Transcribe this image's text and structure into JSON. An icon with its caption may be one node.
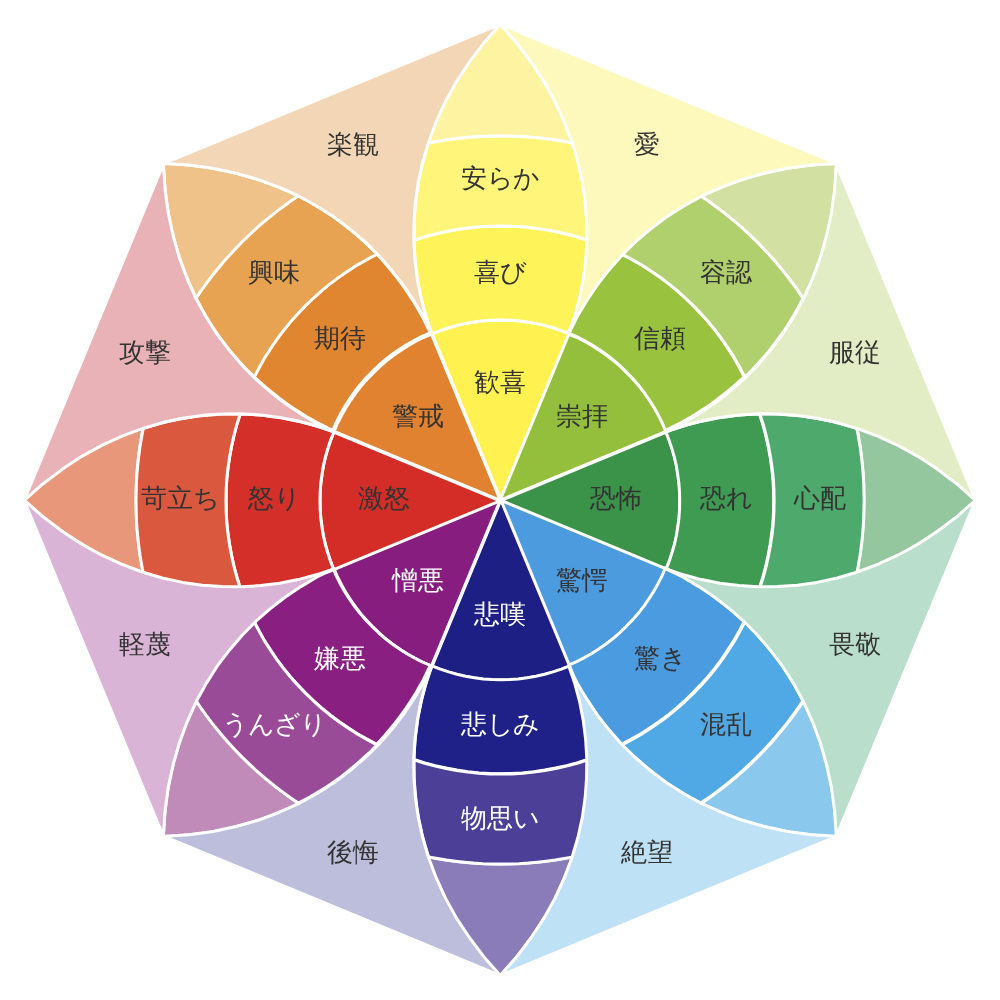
{
  "diagram": {
    "nodes": [
      {
        "text": [
          "歓喜"
        ]
      },
      {
        "text": [
          "喜び"
        ]
      },
      {
        "text": [
          "安らか"
        ]
      },
      {
        "text": [
          "崇拝"
        ]
      },
      {
        "text": [
          "信頼"
        ]
      },
      {
        "text": [
          "容認"
        ]
      },
      {
        "text": [
          "恐怖"
        ]
      },
      {
        "text": [
          "恐れ"
        ]
      },
      {
        "text": [
          "心配"
        ]
      },
      {
        "text": [
          "驚愕"
        ]
      },
      {
        "text": [
          "驚き"
        ]
      },
      {
        "text": [
          "混乱"
        ]
      },
      {
        "text": [
          "悲嘆"
        ]
      },
      {
        "text": [
          "悲しみ"
        ]
      },
      {
        "text": [
          "物思い"
        ]
      },
      {
        "text": [
          "憎悪"
        ]
      },
      {
        "text": [
          "嫌悪"
        ]
      },
      {
        "text": [
          "うんざり"
        ]
      },
      {
        "text": [
          "激怒"
        ]
      },
      {
        "text": [
          "怒り"
        ]
      },
      {
        "text": [
          "苛立ち"
        ]
      },
      {
        "text": [
          "警戒"
        ]
      },
      {
        "text": [
          "期待"
        ]
      },
      {
        "text": [
          "興味"
        ]
      },
      {
        "text": [
          "愛"
        ]
      },
      {
        "text": [
          "服従"
        ]
      },
      {
        "text": [
          "畏敬"
        ]
      },
      {
        "text": [
          "絶望"
        ]
      },
      {
        "text": [
          "後悔"
        ]
      },
      {
        "text": [
          "軽蔑"
        ]
      },
      {
        "text": [
          "攻撃"
        ]
      },
      {
        "text": [
          "楽観"
        ]
      }
    ]
  }
}
